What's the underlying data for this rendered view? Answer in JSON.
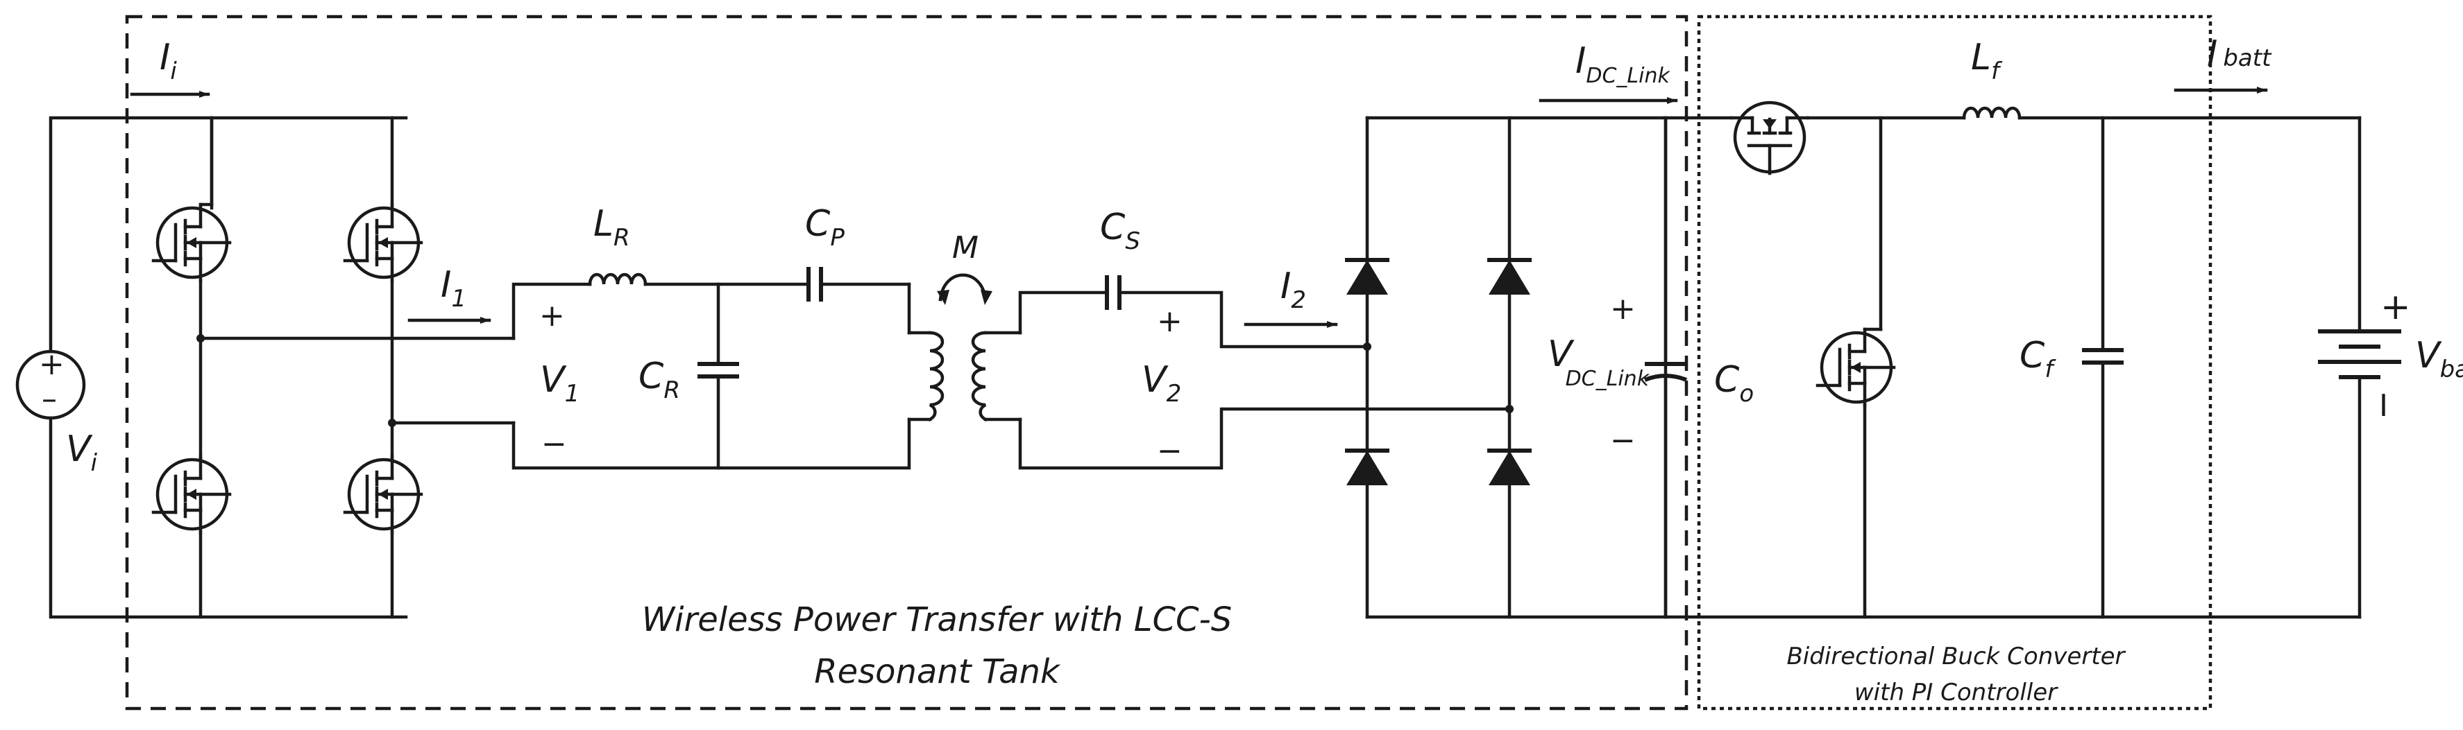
{
  "labels": {
    "input_current": "I",
    "input_current_sub": "i",
    "input_voltage": "V",
    "input_voltage_sub": "i",
    "primary_current": "I",
    "primary_current_sub": "1",
    "primary_voltage": "V",
    "primary_voltage_sub": "1",
    "series_inductor": "L",
    "series_inductor_sub": "R",
    "parallel_cap": "C",
    "parallel_cap_sub": "R",
    "primary_cap": "C",
    "primary_cap_sub": "P",
    "mutual": "M",
    "secondary_cap": "C",
    "secondary_cap_sub": "S",
    "secondary_current": "I",
    "secondary_current_sub": "2",
    "secondary_voltage": "V",
    "secondary_voltage_sub": "2",
    "dc_link_current": "I",
    "dc_link_current_sub": "DC_Link",
    "dc_link_voltage": "V",
    "dc_link_voltage_sub": "DC_Link",
    "output_cap": "C",
    "output_cap_sub": "o",
    "filter_inductor": "L",
    "filter_inductor_sub": "f",
    "filter_cap": "C",
    "filter_cap_sub": "f",
    "battery_current": "I",
    "battery_current_sub": "batt",
    "battery_voltage": "V",
    "battery_voltage_sub": "batt",
    "plus": "+",
    "minus": "−",
    "battery_minus": "I"
  },
  "captions": {
    "wpt_line1": "Wireless Power Transfer with LCC-S",
    "wpt_line2": "Resonant Tank",
    "buck_line1": "Bidirectional Buck Converter",
    "buck_line2": "with PI Controller"
  }
}
